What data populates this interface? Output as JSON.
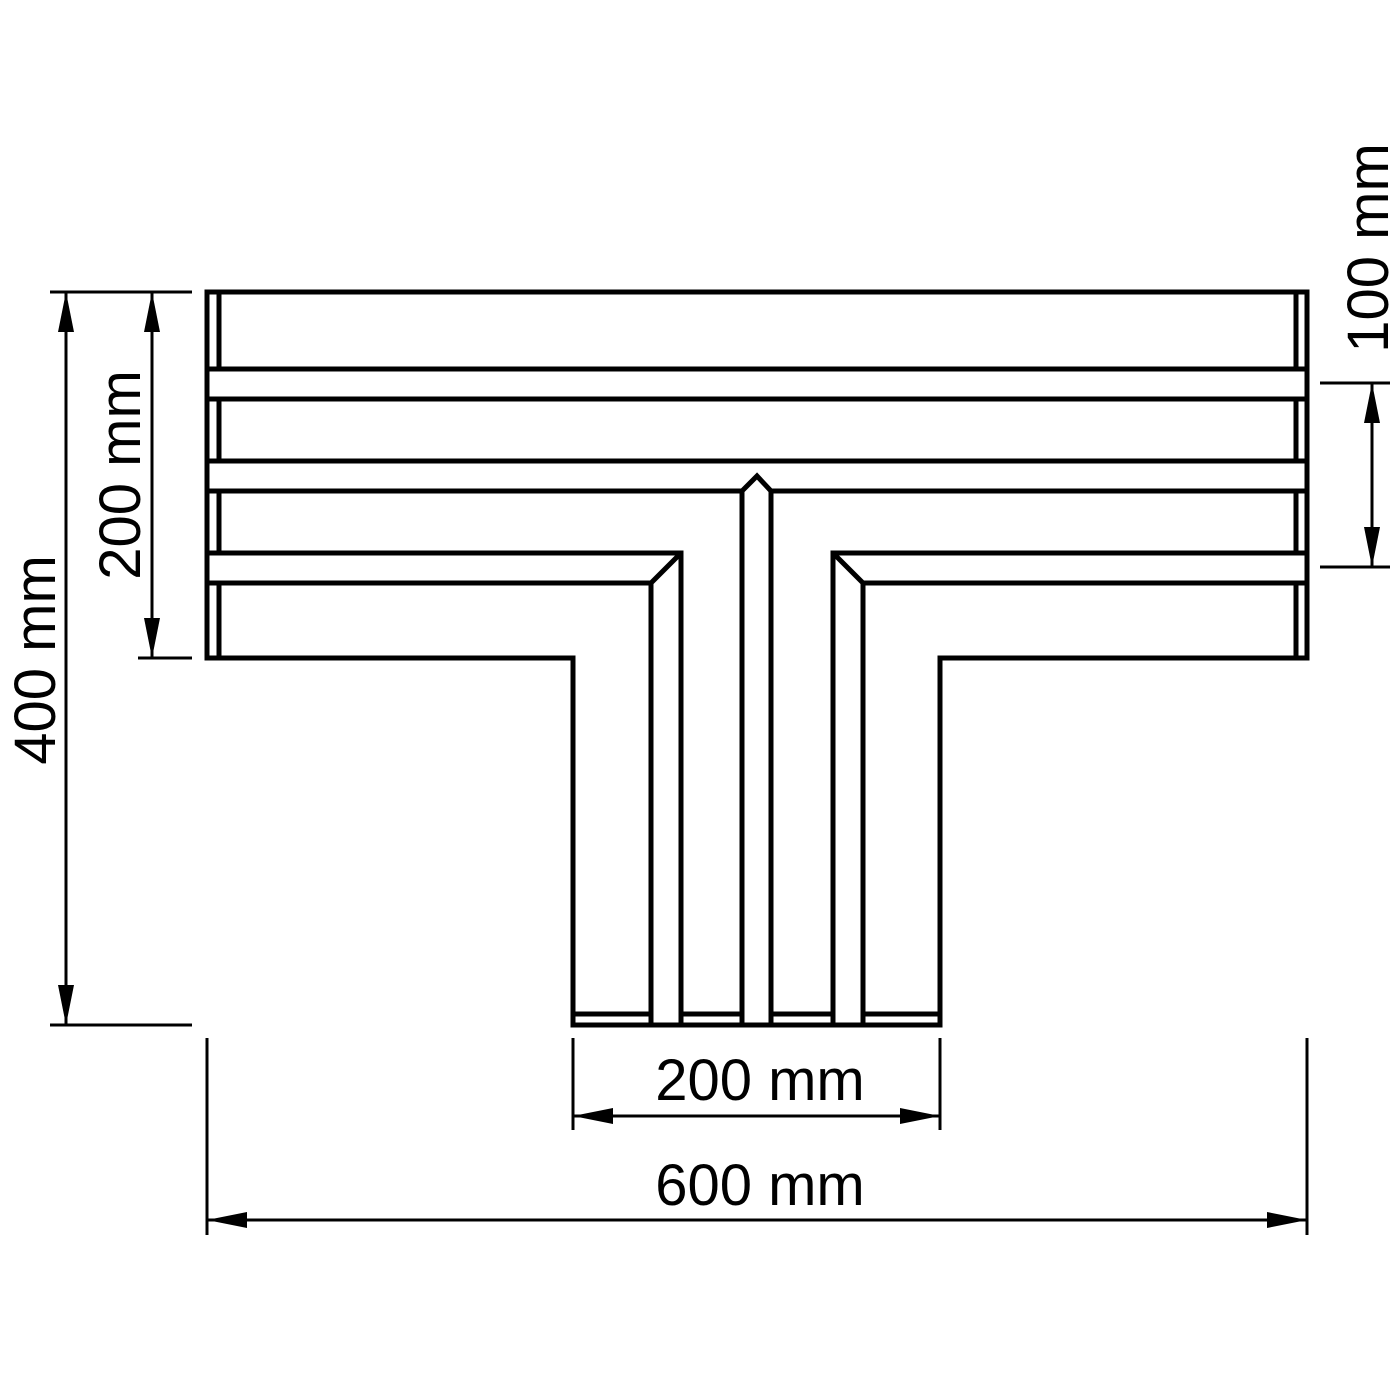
{
  "diagram": {
    "type": "technical-drawing",
    "subject": "T-piece (tee connector) top view",
    "line_color": "#000000",
    "background": "#ffffff"
  },
  "dimensions": {
    "overall_width": {
      "label": "600 mm",
      "value": 600,
      "unit": "mm",
      "orientation": "horizontal"
    },
    "stem_width": {
      "label": "200 mm",
      "value": 200,
      "unit": "mm",
      "orientation": "horizontal"
    },
    "overall_height": {
      "label": "400 mm",
      "value": 400,
      "unit": "mm",
      "orientation": "vertical"
    },
    "bar_height": {
      "label": "200 mm",
      "value": 200,
      "unit": "mm",
      "orientation": "vertical"
    },
    "pitch": {
      "label": "100 mm",
      "value": 100,
      "unit": "mm",
      "orientation": "vertical"
    }
  }
}
